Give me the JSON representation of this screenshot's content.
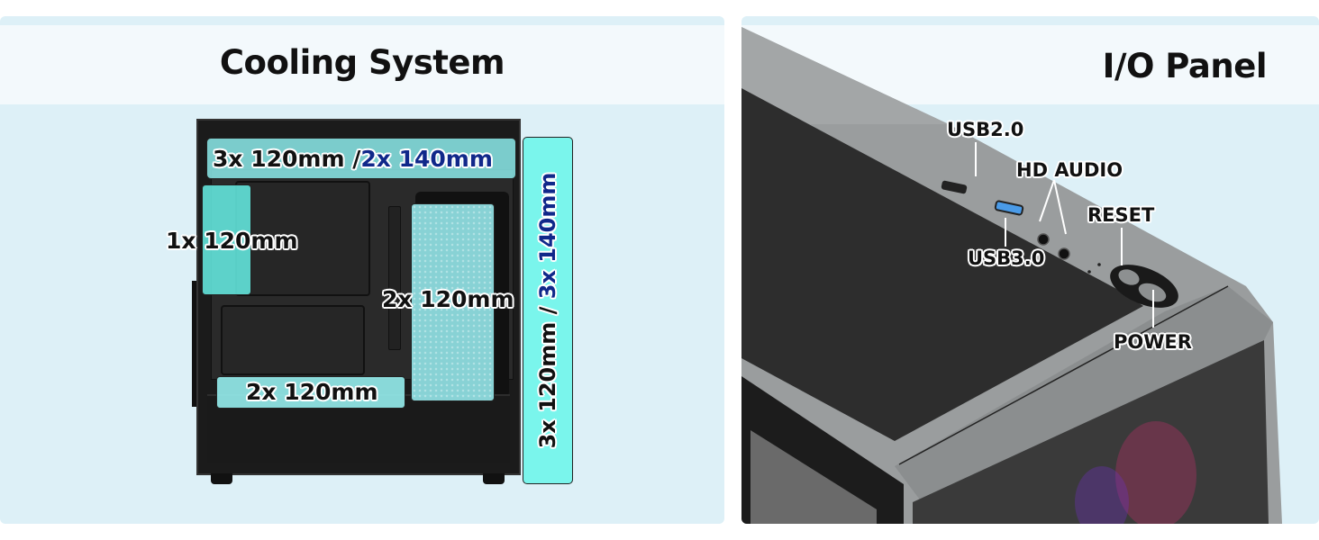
{
  "cooling_panel": {
    "title": "Cooling System",
    "labels": {
      "top_primary": "3x 120mm",
      "top_separator": "/",
      "top_alt": "2x 140mm",
      "rear": "1x 120mm",
      "front_radiator": "2x 120mm",
      "bottom": "2x 120mm",
      "front_primary": "3x 120mm",
      "front_separator": "/",
      "front_alt": "3x 140mm"
    },
    "colors": {
      "fan_highlight": "#66f0e6",
      "alt_text": "#10288a",
      "background": "#ddf0f7"
    }
  },
  "io_panel": {
    "title": "I/O Panel",
    "ports": {
      "usb2": "USB2.0",
      "usb3": "USB3.0",
      "audio": "HD AUDIO",
      "reset": "RESET",
      "power": "POWER"
    },
    "colors": {
      "case_top": "#8f9394",
      "mesh": "#2c2c2c",
      "usb3_port": "#4a9be8"
    }
  }
}
